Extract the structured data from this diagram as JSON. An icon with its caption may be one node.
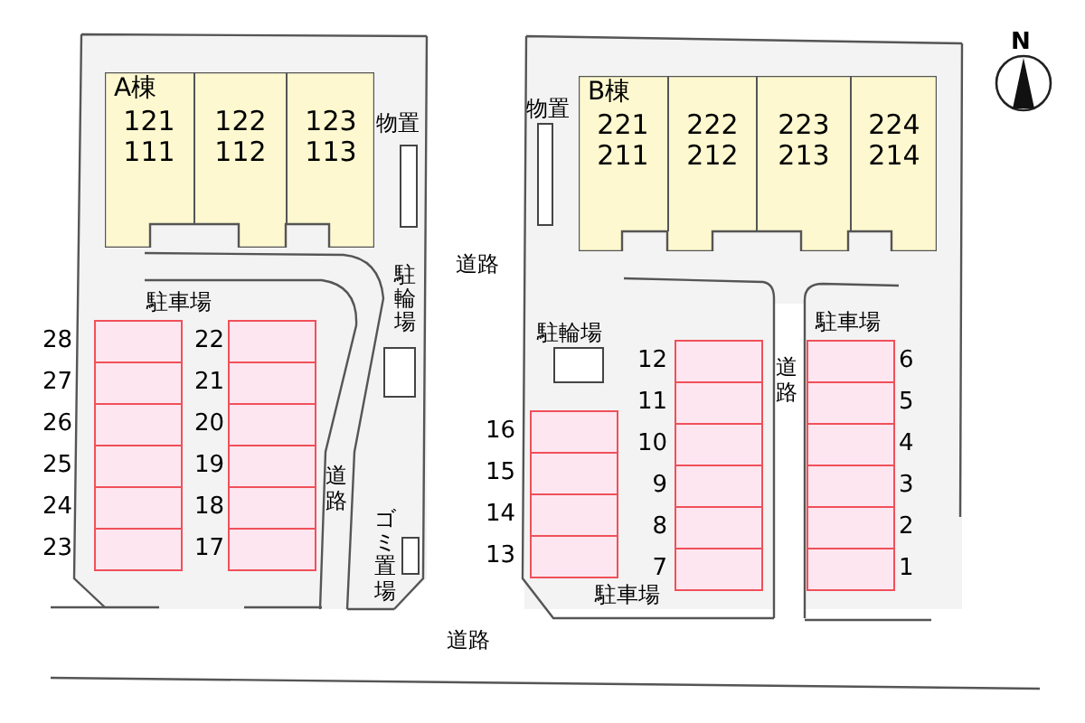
{
  "diagram": {
    "nodes": [
      {
        "text": [
          "A棟"
        ]
      },
      {
        "text": [
          "121",
          "111"
        ],
        "in": 0
      },
      {
        "text": [
          "122",
          "112"
        ],
        "in": 0
      },
      {
        "text": [
          "123",
          "113"
        ],
        "in": 0
      },
      {
        "text": [
          "物置"
        ]
      },
      {
        "text": [
          "物置"
        ]
      },
      {
        "text": [
          "B棟"
        ]
      },
      {
        "text": [
          "221",
          "211"
        ],
        "in": 6
      },
      {
        "text": [
          "222",
          "212"
        ],
        "in": 6
      },
      {
        "text": [
          "223",
          "213"
        ],
        "in": 6
      },
      {
        "text": [
          "224",
          "214"
        ],
        "in": 6
      },
      {
        "text": [
          "駐輪場"
        ]
      },
      {
        "text": [
          "駐輪場"
        ]
      },
      {
        "text": [],
        "shape": "box",
        "beside": [
          "28"
        ]
      },
      {
        "text": [],
        "shape": "box",
        "beside": [
          "27"
        ]
      },
      {
        "text": [],
        "shape": "box",
        "beside": [
          "26"
        ]
      },
      {
        "text": [],
        "shape": "box",
        "beside": [
          "25"
        ]
      },
      {
        "text": [],
        "shape": "box",
        "beside": [
          "24"
        ]
      },
      {
        "text": [],
        "shape": "box",
        "beside": [
          "23"
        ]
      },
      {
        "text": [],
        "shape": "box",
        "beside": [
          "22"
        ]
      },
      {
        "text": [],
        "shape": "box",
        "beside": [
          "21"
        ]
      },
      {
        "text": [],
        "shape": "box",
        "beside": [
          "20"
        ]
      },
      {
        "text": [],
        "shape": "box",
        "beside": [
          "19"
        ]
      },
      {
        "text": [],
        "shape": "box",
        "beside": [
          "18"
        ]
      },
      {
        "text": [],
        "shape": "box",
        "beside": [
          "17"
        ]
      },
      {
        "text": [],
        "shape": "box",
        "beside": [
          "16"
        ]
      },
      {
        "text": [],
        "shape": "box",
        "beside": [
          "15"
        ]
      },
      {
        "text": [],
        "shape": "box",
        "beside": [
          "14"
        ]
      },
      {
        "text": [],
        "shape": "box",
        "beside": [
          "13"
        ]
      },
      {
        "text": [],
        "shape": "box",
        "beside": [
          "12"
        ]
      },
      {
        "text": [],
        "shape": "box",
        "beside": [
          "11"
        ]
      },
      {
        "text": [],
        "shape": "box",
        "beside": [
          "10"
        ]
      },
      {
        "text": [],
        "shape": "box",
        "beside": [
          "9"
        ]
      },
      {
        "text": [],
        "shape": "box",
        "beside": [
          "8"
        ]
      },
      {
        "text": [],
        "shape": "box",
        "beside": [
          "7"
        ]
      },
      {
        "text": [],
        "shape": "box",
        "beside": [
          "6"
        ]
      },
      {
        "text": [],
        "shape": "box",
        "beside": [
          "5"
        ]
      },
      {
        "text": [],
        "shape": "box",
        "beside": [
          "4"
        ]
      },
      {
        "text": [],
        "shape": "box",
        "beside": [
          "3"
        ]
      },
      {
        "text": [],
        "shape": "box",
        "beside": [
          "2"
        ]
      },
      {
        "text": [],
        "shape": "box",
        "beside": [
          "1"
        ]
      },
      {
        "text": [
          "ゴミ置場"
        ]
      }
    ],
    "labels": [
      "N",
      "道路",
      "駐車場",
      "駐車場",
      "道路",
      "道路",
      "駐車場",
      "道路"
    ]
  }
}
